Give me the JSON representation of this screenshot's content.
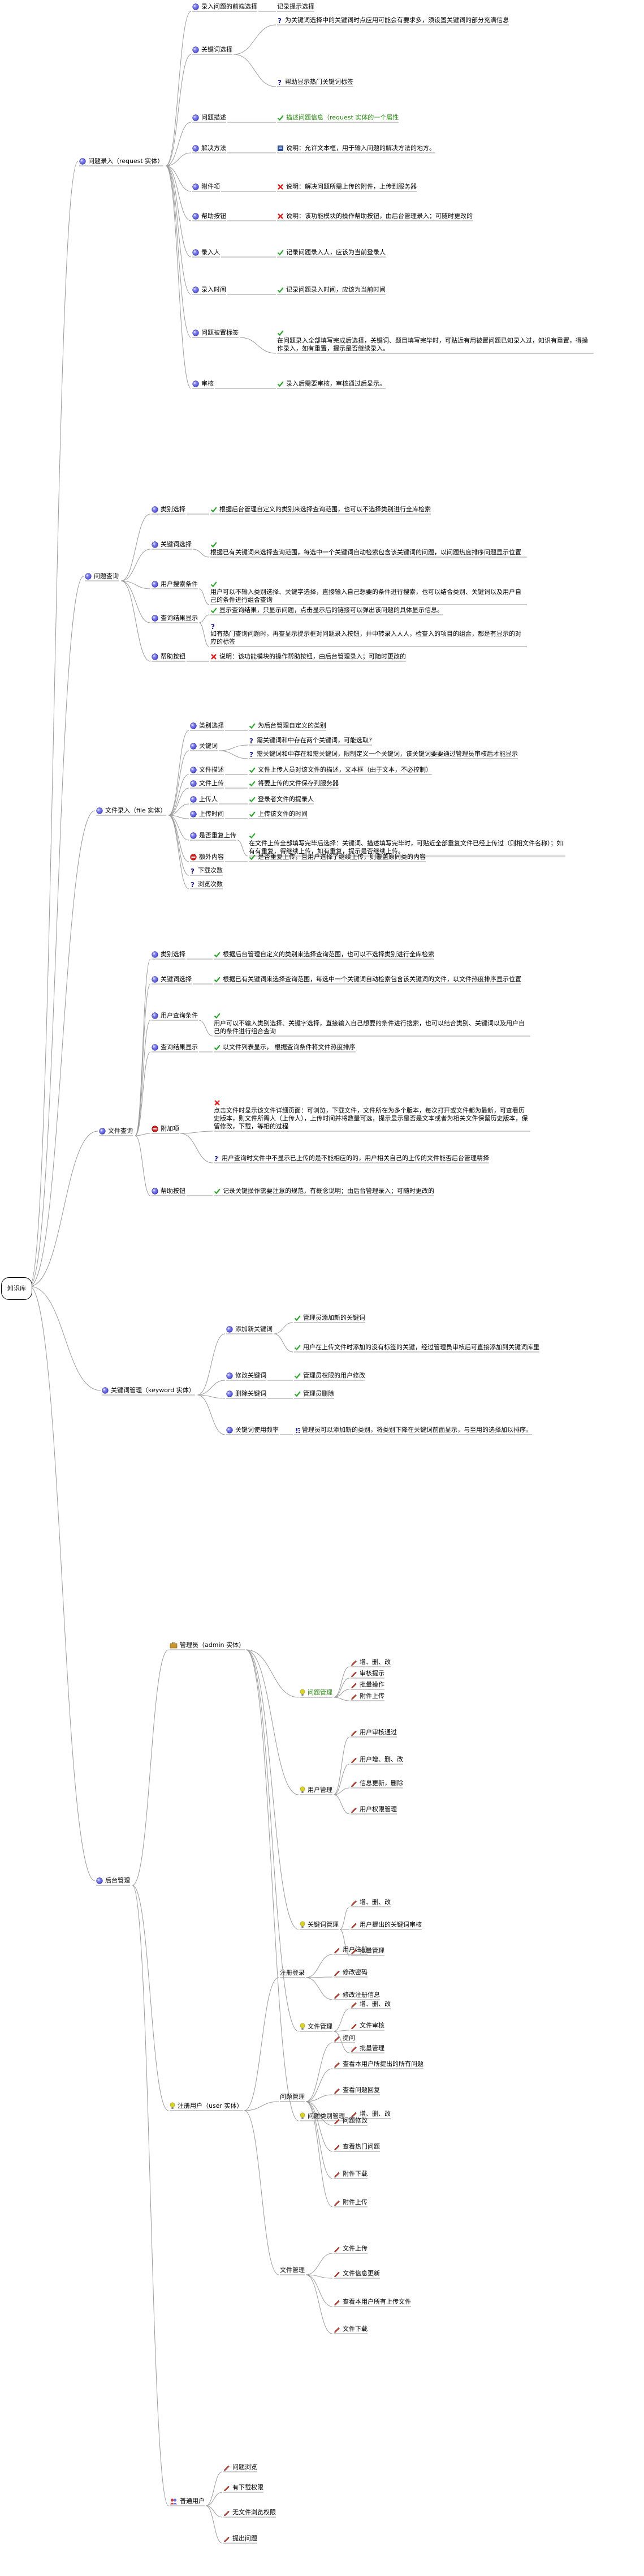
{
  "root": "知识库",
  "branches": [
    {
      "label": "问题录入（request 实体）",
      "icon": "ball-icon",
      "children": [
        {
          "label": "录入问题的前端选择",
          "icon": "ball-icon",
          "children": [
            {
              "label": "记录提示选择",
              "icon": "none"
            }
          ]
        },
        {
          "label": "关键词选择",
          "icon": "ball-icon",
          "children": [
            {
              "label": "为关键词选择中的关键词时点应用可能会有要求多，须设置关键词的部分充满信息",
              "icon": "question-icon"
            },
            {
              "label": "帮助显示热门关键词标签",
              "icon": "question-icon"
            }
          ]
        },
        {
          "label": "问题描述",
          "icon": "ball-icon",
          "children": [
            {
              "label": "描述问题信息（request 实体的一个属性",
              "icon": "check-icon",
              "green": true
            }
          ]
        },
        {
          "label": "解决方法",
          "icon": "ball-icon",
          "children": [
            {
              "label": "说明：允许文本框，用于输入问题的解决方法的地方。",
              "icon": "book-icon"
            }
          ]
        },
        {
          "label": "附件项",
          "icon": "ball-icon",
          "children": [
            {
              "label": "说明：解决问题所需上传的附件，上传到服务器",
              "icon": "cross-icon"
            }
          ]
        },
        {
          "label": "帮助按钮",
          "icon": "ball-icon",
          "children": [
            {
              "label": "说明：该功能模块的操作帮助按钮，由后台管理录入；可随时更改的",
              "icon": "cross-icon"
            }
          ]
        },
        {
          "label": "录入人",
          "icon": "ball-icon",
          "children": [
            {
              "label": "记录问题录入人，应该为当前登录人",
              "icon": "check-icon"
            }
          ]
        },
        {
          "label": "录入时间",
          "icon": "ball-icon",
          "children": [
            {
              "label": "记录问题录入时间，应该为当前时间",
              "icon": "check-icon"
            }
          ]
        },
        {
          "label": "问题被置标签",
          "icon": "ball-icon",
          "children": [
            {
              "label": "在问题录入全部填写完成后选择，关键词、题目填写完毕时，可贴近有用被置问题已知录入过，知识有重置，得操作录入，如有重置，提示是否继续录入。",
              "icon": "check-icon",
              "wrap": true
            }
          ]
        },
        {
          "label": "审核",
          "icon": "ball-icon",
          "children": [
            {
              "label": "录入后需要审核，审核通过后显示。",
              "icon": "check-icon"
            }
          ]
        }
      ]
    },
    {
      "label": "问题查询",
      "icon": "ball-icon",
      "children": [
        {
          "label": "类别选择",
          "icon": "ball-icon",
          "children": [
            {
              "label": "根据后台管理自定义的类别来选择查询范围，也可以不选择类别进行全库检索",
              "icon": "check-icon"
            }
          ]
        },
        {
          "label": "关键词选择",
          "icon": "ball-icon",
          "children": [
            {
              "label": "根据已有关键词来选择查询范围，每选中一个关键词自动检索包含该关键词的问题，以问题热度排序问题显示位置",
              "icon": "check-icon",
              "wrap": true
            }
          ]
        },
        {
          "label": "用户搜索条件",
          "icon": "ball-icon",
          "children": [
            {
              "label": "用户可以不输入类别选择、关键字选择，直接输入自己想要的条件进行搜索，也可以结合类别、关键词以及用户自己的条件进行组合查询",
              "icon": "check-icon",
              "wrap": true
            }
          ]
        },
        {
          "label": "查询结果显示",
          "icon": "ball-icon",
          "children": [
            {
              "label": "显示查询结果，只显示问题，点击显示后的链接可以弹出该问题的具体显示信息。",
              "icon": "check-icon"
            },
            {
              "label": "如有热门查询问题时，再查显示提示框对问题录入按钮，并中转录入人人，检查入的项目的组合，都是有显示的对应的标签",
              "icon": "question-icon",
              "wrap": true
            }
          ]
        },
        {
          "label": "帮助按钮",
          "icon": "ball-icon",
          "children": [
            {
              "label": "说明：该功能模块的操作帮助按钮，由后台管理录入；可随时更改的",
              "icon": "cross-icon"
            }
          ]
        }
      ]
    },
    {
      "label": "文件录入（file 实体）",
      "icon": "ball-icon",
      "children": [
        {
          "label": "类别选择",
          "icon": "ball-icon",
          "children": [
            {
              "label": "为后台管理自定义的类别",
              "icon": "check-icon"
            }
          ]
        },
        {
          "label": "关键词",
          "icon": "ball-icon",
          "children": [
            {
              "label": "需关键词和中存在两个关键词，可能选取?",
              "icon": "question-icon"
            },
            {
              "label": "需关键词和中存在和需关键词，限制定义一个关键词，该关键词要要通过管理员审核后才能显示",
              "icon": "question-icon"
            }
          ]
        },
        {
          "label": "文件描述",
          "icon": "ball-icon",
          "children": [
            {
              "label": "文件上传人员对该文件的描述，文本框（由于文本，不必控制）",
              "icon": "check-icon"
            }
          ]
        },
        {
          "label": "文件上传",
          "icon": "ball-icon",
          "children": [
            {
              "label": "将要上传的文件保存到服务器",
              "icon": "check-icon"
            }
          ]
        },
        {
          "label": "上传人",
          "icon": "ball-icon",
          "children": [
            {
              "label": "登录者文件的提录人",
              "icon": "check-icon"
            }
          ]
        },
        {
          "label": "上传时间",
          "icon": "ball-icon",
          "children": [
            {
              "label": "上传该文件的时间",
              "icon": "check-icon"
            }
          ]
        },
        {
          "label": "是否重复上传",
          "icon": "ball-icon",
          "children": [
            {
              "label": "在文件上传全部填写完毕后选择：关键词、描述填写完毕时，可贴近全部重复文件已经上传过（则相文件名称）；如有有重复，得继续上传，如有重复，提示是否继续上传。",
              "icon": "check-icon",
              "wrap": true
            }
          ]
        },
        {
          "label": "额外内容",
          "icon": "stop-icon",
          "children": [
            {
              "label": "是否重复上传，且用户选择了继续上传，则覆盖原同类的内容",
              "icon": "check-icon"
            }
          ]
        },
        {
          "label": "下载次数",
          "icon": "question-icon",
          "children": []
        },
        {
          "label": "浏览次数",
          "icon": "question-icon",
          "children": []
        }
      ]
    },
    {
      "label": "文件查询",
      "icon": "ball-icon",
      "children": [
        {
          "label": "类别选择",
          "icon": "ball-icon",
          "children": [
            {
              "label": "根据后台管理自定义的类别来选择查询范围，也可以不选择类别进行全库检索",
              "icon": "check-icon"
            }
          ]
        },
        {
          "label": "关键词选择",
          "icon": "ball-icon",
          "children": [
            {
              "label": "根据已有关键词来选择查询范围，每选中一个关键词自动检索包含该关键词的文件，以文件热度排序显示位置",
              "icon": "check-icon"
            }
          ]
        },
        {
          "label": "用户查询条件",
          "icon": "ball-icon",
          "children": [
            {
              "label": "用户可以不输入类别选择、关键字选择，直接输入自己想要的条件进行搜索，也可以结合类别、关键词以及用户自己的条件进行组合查询",
              "icon": "check-icon",
              "wrap": true
            }
          ]
        },
        {
          "label": "查询结果显示",
          "icon": "ball-icon",
          "children": [
            {
              "label": "以文件列表显示，  根据查询条件将文件热度排序",
              "icon": "check-icon"
            }
          ]
        },
        {
          "label": "附加项",
          "icon": "stop-icon",
          "children": [
            {
              "label": "点击文件时显示该文件详细页面：可浏览，下载文件，文件所在为多个版本，每次打开或文件都为最新，可查看历史版本，则文件所需人（上传人），上传时间并将数量可选，提示显示是否是文本或者为相关文件保留历史版本，保留修改，下载，等相的过程",
              "icon": "cross-icon",
              "wrap": true
            },
            {
              "label": "用户查询时文件中不显示已上传的是不能相应的的，用户相关自己的上传的文件能否后台管理精择",
              "icon": "question-icon"
            }
          ]
        },
        {
          "label": "帮助按钮",
          "icon": "ball-icon",
          "children": [
            {
              "label": "记录关键操作需要注意的规范，有概念说明；由后台管理录入；可随时更改的",
              "icon": "check-icon"
            }
          ]
        }
      ]
    },
    {
      "label": "关键词管理（keyword 实体）",
      "icon": "ball-icon",
      "children": [
        {
          "label": "添加新关键词",
          "icon": "ball-icon",
          "children": [
            {
              "label": "管理员添加新的关键词",
              "icon": "check-icon"
            },
            {
              "label": "用户在上传文件时添加的没有标签的关键，经过管理员审核后可直接添加到关键词库里",
              "icon": "check-icon"
            }
          ]
        },
        {
          "label": "修改关键词",
          "icon": "ball-icon",
          "children": [
            {
              "label": "管理员权限的用户修改",
              "icon": "check-icon"
            }
          ]
        },
        {
          "label": "删除关键词",
          "icon": "ball-icon",
          "children": [
            {
              "label": "管理员删除",
              "icon": "check-icon"
            }
          ]
        },
        {
          "label": "关键词使用频率",
          "icon": "ball-icon",
          "children": [
            {
              "label": "管理员可以添加新的类别，将类别下降在关键词前面显示，与至用的选择加以排序。",
              "icon": "warn-icon"
            }
          ]
        }
      ]
    },
    {
      "label": "后台管理",
      "icon": "ball-icon",
      "children": [
        {
          "label": "管理员（admin 实体）",
          "icon": "gear-icon",
          "children": [
            {
              "label": "问题管理",
              "icon": "bulb-icon",
              "green": true,
              "children": [
                {
                  "label": "增、删、改",
                  "icon": "pen-icon"
                },
                {
                  "label": "审核提示",
                  "icon": "pen-icon"
                },
                {
                  "label": "批量操作",
                  "icon": "pen-icon"
                },
                {
                  "label": "附件上传",
                  "icon": "pen-icon"
                }
              ]
            },
            {
              "label": "用户管理",
              "icon": "bulb-icon",
              "children": [
                {
                  "label": "用户审核通过",
                  "icon": "pen-icon"
                },
                {
                  "label": "用户增、删、改",
                  "icon": "pen-icon"
                },
                {
                  "label": "信息更新，删除",
                  "icon": "pen-icon"
                },
                {
                  "label": "用户权限管理",
                  "icon": "pen-icon"
                }
              ]
            },
            {
              "label": "关键词管理",
              "icon": "bulb-icon",
              "children": [
                {
                  "label": "增、删、改",
                  "icon": "pen-icon"
                },
                {
                  "label": "用户提出的关键词审核",
                  "icon": "pen-icon"
                },
                {
                  "label": "批量管理",
                  "icon": "pen-icon"
                }
              ]
            },
            {
              "label": "文件管理",
              "icon": "bulb-icon",
              "children": [
                {
                  "label": "增、删、改",
                  "icon": "pen-icon"
                },
                {
                  "label": "文件审核",
                  "icon": "pen-icon"
                },
                {
                  "label": "批量管理",
                  "icon": "pen-icon"
                }
              ]
            },
            {
              "label": "问题类别管理",
              "icon": "bulb-icon",
              "children": [
                {
                  "label": "增、删、改",
                  "icon": "pen-icon"
                }
              ]
            }
          ]
        },
        {
          "label": "注册用户（user 实体）",
          "icon": "bulb-icon",
          "children": [
            {
              "label": "注册登录",
              "icon": "plain-icon",
              "children": [
                {
                  "label": "用户注册",
                  "icon": "pen-icon"
                },
                {
                  "label": "修改密码",
                  "icon": "pen-icon"
                },
                {
                  "label": "修改注册信息",
                  "icon": "pen-icon"
                }
              ]
            },
            {
              "label": "问题管理",
              "icon": "plain-icon",
              "children": [
                {
                  "label": "提问",
                  "icon": "pen-icon"
                },
                {
                  "label": "查看本用户所提出的所有问题",
                  "icon": "pen-icon"
                },
                {
                  "label": "查看问题回复",
                  "icon": "pen-icon"
                },
                {
                  "label": "问题修改",
                  "icon": "pen-icon"
                },
                {
                  "label": "查看热门问题",
                  "icon": "pen-icon"
                },
                {
                  "label": "附件下载",
                  "icon": "pen-icon"
                },
                {
                  "label": "附件上传",
                  "icon": "pen-icon"
                }
              ]
            },
            {
              "label": "文件管理",
              "icon": "plain-icon",
              "children": [
                {
                  "label": "文件上传",
                  "icon": "pen-icon"
                },
                {
                  "label": "文件信息更新",
                  "icon": "pen-icon"
                },
                {
                  "label": "查看本用户所有上传文件",
                  "icon": "pen-icon"
                },
                {
                  "label": "文件下载",
                  "icon": "pen-icon"
                }
              ]
            }
          ]
        },
        {
          "label": "普通用户",
          "icon": "people-icon",
          "children": [
            {
              "label": "问题浏览",
              "icon": "pen-icon"
            },
            {
              "label": "有下载权限",
              "icon": "pen-icon"
            },
            {
              "label": "无文件浏览权限",
              "icon": "pen-icon"
            },
            {
              "label": "提出问题",
              "icon": "pen-icon"
            }
          ]
        }
      ]
    }
  ],
  "colors": {
    "line": "#9a9a9a",
    "ball": "#4d4dd8",
    "check": "#2fa52f",
    "cross": "#d92020",
    "question": "#1a1a8a",
    "bulb": "#d9d32b",
    "pen": "#c0392b"
  }
}
